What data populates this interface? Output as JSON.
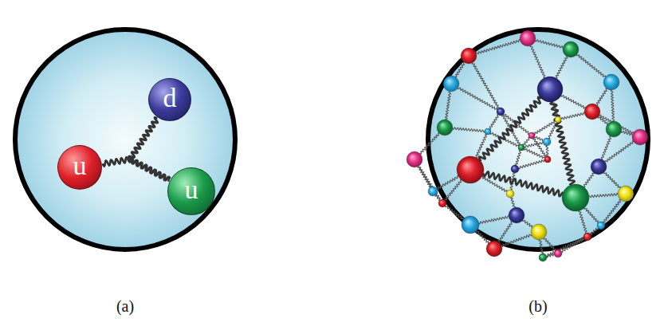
{
  "diagram": {
    "nodes": [
      {
        "text": [
          "(a)"
        ]
      },
      {
        "text": [
          "u"
        ],
        "in": 0
      },
      {
        "text": [
          "d"
        ],
        "in": 0
      },
      {
        "text": [
          "u"
        ],
        "in": 0
      },
      {
        "text": [
          "(b)"
        ]
      }
    ],
    "edges": [
      {
        "from": 1,
        "to": 2,
        "arrow": "none"
      },
      {
        "from": 2,
        "to": 3,
        "arrow": "none"
      },
      {
        "from": 1,
        "to": 3,
        "arrow": "none"
      }
    ]
  }
}
